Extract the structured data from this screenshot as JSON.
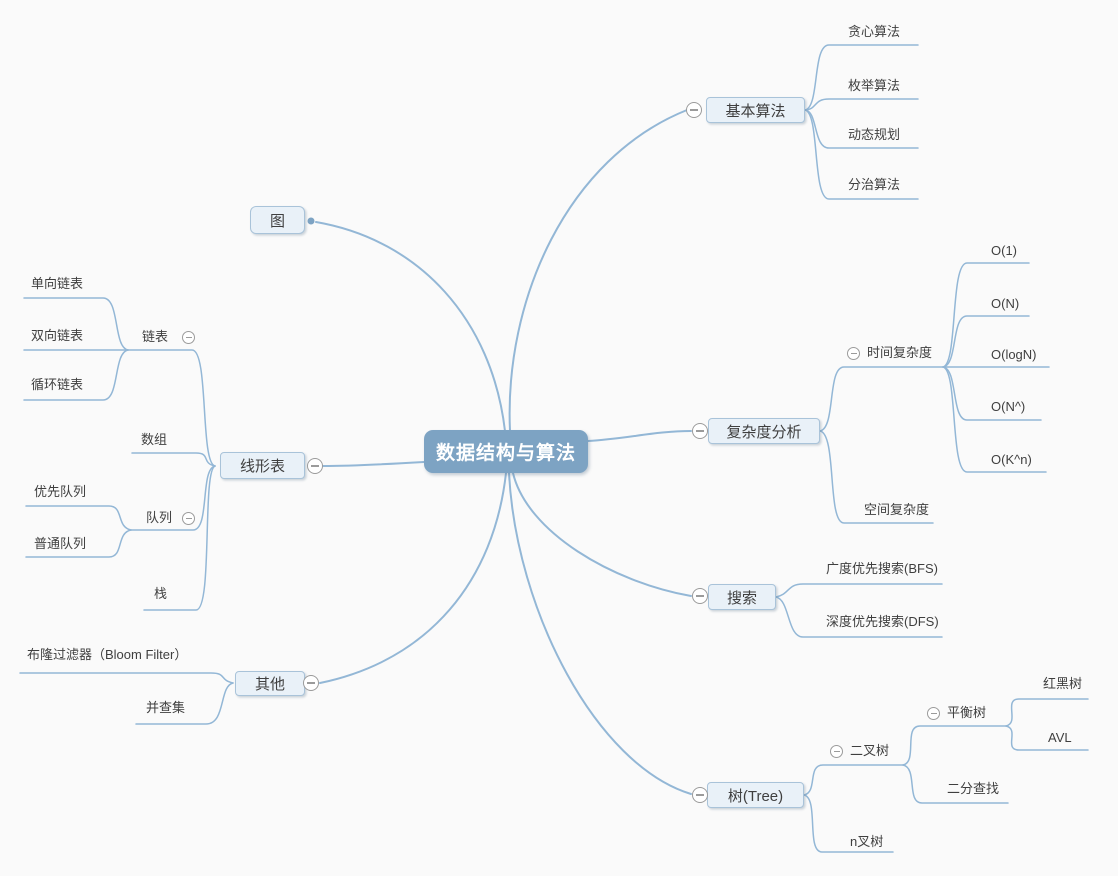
{
  "palette": {
    "background": "#fafafa",
    "line": "#93b7d6",
    "text": "#3f3f3f",
    "root_fill": "#7da3c3",
    "root_text": "#ffffff",
    "box_fill": "#e9f1f8",
    "box_border": "#a9c3d9",
    "collapse": "#9b9b9b"
  },
  "mindmap": {
    "root": "数据结构与算法",
    "right": [
      {
        "label": "基本算法",
        "children": [
          {
            "label": "贪心算法"
          },
          {
            "label": "枚举算法"
          },
          {
            "label": "动态规划"
          },
          {
            "label": "分治算法"
          }
        ]
      },
      {
        "label": "复杂度分析",
        "children": [
          {
            "label": "时间复杂度",
            "children": [
              {
                "label": "O(1)"
              },
              {
                "label": "O(N)"
              },
              {
                "label": "O(logN)"
              },
              {
                "label": "O(N^)"
              },
              {
                "label": "O(K^n)"
              }
            ]
          },
          {
            "label": "空间复杂度"
          }
        ]
      },
      {
        "label": "搜索",
        "children": [
          {
            "label": "广度优先搜索(BFS)"
          },
          {
            "label": "深度优先搜索(DFS)"
          }
        ]
      },
      {
        "label": "树(Tree)",
        "children": [
          {
            "label": "二叉树",
            "children": [
              {
                "label": "平衡树",
                "children": [
                  {
                    "label": "红黑树"
                  },
                  {
                    "label": "AVL"
                  }
                ]
              },
              {
                "label": "二分查找"
              }
            ]
          },
          {
            "label": "n叉树"
          }
        ]
      }
    ],
    "left": [
      {
        "label": "图",
        "children": []
      },
      {
        "label": "线形表",
        "children": [
          {
            "label": "链表",
            "children": [
              {
                "label": "单向链表"
              },
              {
                "label": "双向链表"
              },
              {
                "label": "循环链表"
              }
            ]
          },
          {
            "label": "数组"
          },
          {
            "label": "队列",
            "children": [
              {
                "label": "优先队列"
              },
              {
                "label": "普通队列"
              }
            ]
          },
          {
            "label": "栈"
          }
        ]
      },
      {
        "label": "其他",
        "children": [
          {
            "label": "布隆过滤器（Bloom Filter）"
          },
          {
            "label": "并查集"
          }
        ]
      }
    ]
  }
}
